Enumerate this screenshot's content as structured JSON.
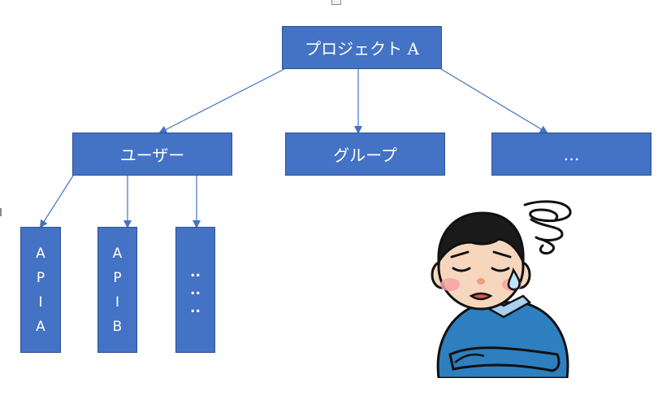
{
  "diagram": {
    "root": {
      "label": "プロジェクト A"
    },
    "level2": [
      {
        "label": "ユーザー"
      },
      {
        "label": "グループ"
      },
      {
        "label": "…"
      }
    ],
    "level3": [
      {
        "chars": [
          "A",
          "P",
          "I",
          "A"
        ]
      },
      {
        "chars": [
          "A",
          "P",
          "I",
          "B"
        ]
      },
      {
        "chars": [
          "..",
          "..",
          ".."
        ]
      }
    ],
    "colors": {
      "node_fill": "#4472C4",
      "node_border": "#2F528F",
      "edge": "#4472C4",
      "text": "#FFFFFF"
    }
  },
  "illustration": {
    "icon": "worried-person-illustration"
  }
}
